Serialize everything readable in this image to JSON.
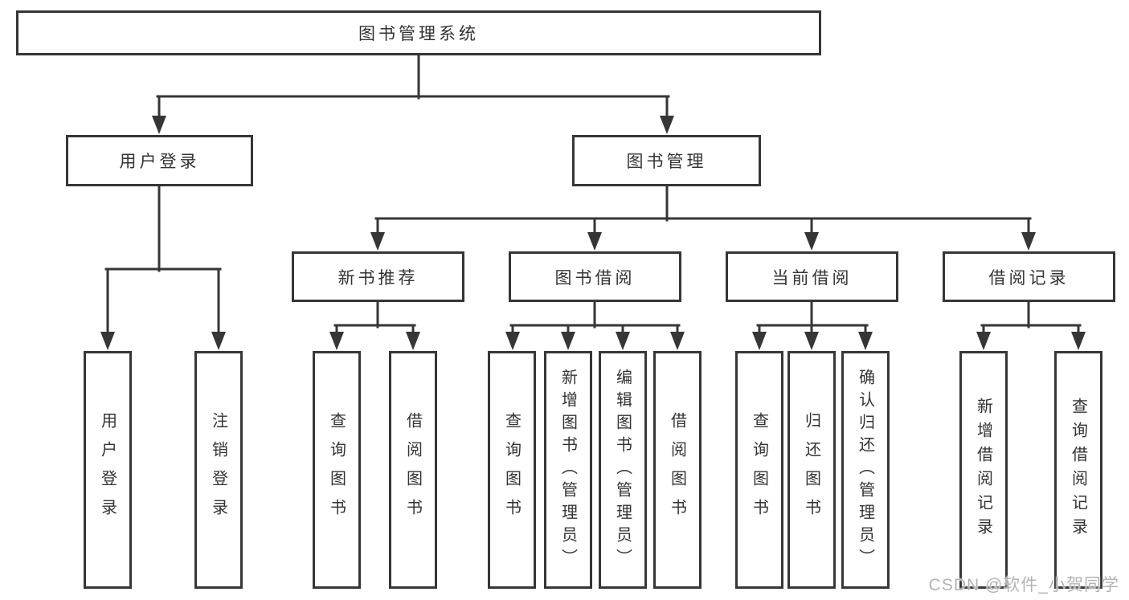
{
  "colors": {
    "line": "#363636",
    "text": "#333333",
    "watermark": "#b3b3b3"
  },
  "nodes": {
    "root": {
      "label": "图书管理系统"
    },
    "level2": [
      {
        "label": "用户登录"
      },
      {
        "label": "图书管理"
      }
    ],
    "level3": [
      {
        "label": "新书推荐"
      },
      {
        "label": "图书借阅"
      },
      {
        "label": "当前借阅"
      },
      {
        "label": "借阅记录"
      }
    ],
    "leaves": [
      {
        "label": "用户登录"
      },
      {
        "label": "注销登录"
      },
      {
        "label": "查询图书"
      },
      {
        "label": "借阅图书"
      },
      {
        "label": "查询图书"
      },
      {
        "label": "新增图书（管理员）"
      },
      {
        "label": "编辑图书（管理员）"
      },
      {
        "label": "借阅图书"
      },
      {
        "label": "查询图书"
      },
      {
        "label": "归还图书"
      },
      {
        "label": "确认归还（管理员）"
      },
      {
        "label": "新增借阅记录"
      },
      {
        "label": "查询借阅记录"
      }
    ]
  },
  "watermark": "CSDN @软件_小贺同学"
}
